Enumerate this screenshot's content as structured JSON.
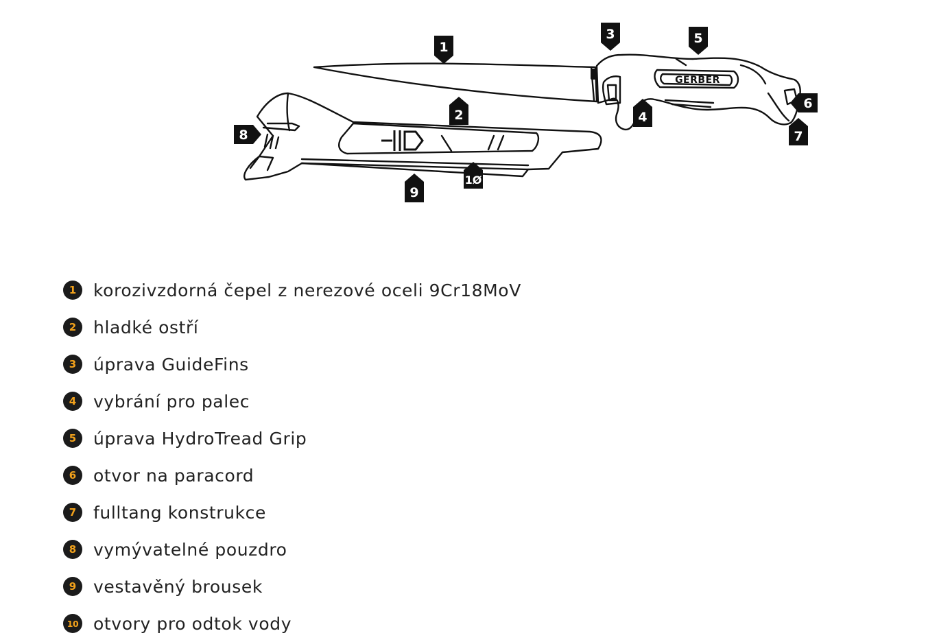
{
  "diagram": {
    "brand_text": "GERBER",
    "callouts": [
      "1",
      "2",
      "3",
      "4",
      "5",
      "6",
      "7",
      "8",
      "9",
      "1Ø"
    ]
  },
  "legend": {
    "items": [
      {
        "number": "1",
        "text": "korozivzdorná čepel z nerezové oceli 9Cr18MoV"
      },
      {
        "number": "2",
        "text": "hladké ostří"
      },
      {
        "number": "3",
        "text": "úprava GuideFins"
      },
      {
        "number": "4",
        "text": "vybrání pro palec"
      },
      {
        "number": "5",
        "text": "úprava HydroTread Grip"
      },
      {
        "number": "6",
        "text": "otvor na paracord"
      },
      {
        "number": "7",
        "text": "fulltang konstrukce"
      },
      {
        "number": "8",
        "text": "vymývatelné pouzdro"
      },
      {
        "number": "9",
        "text": "vestavěný brousek"
      },
      {
        "number": "10",
        "text": "otvory pro odtok vody"
      }
    ]
  },
  "colors": {
    "accent": "#f3a21b",
    "ink": "#111111",
    "bullet_bg": "#1b1b1b"
  }
}
